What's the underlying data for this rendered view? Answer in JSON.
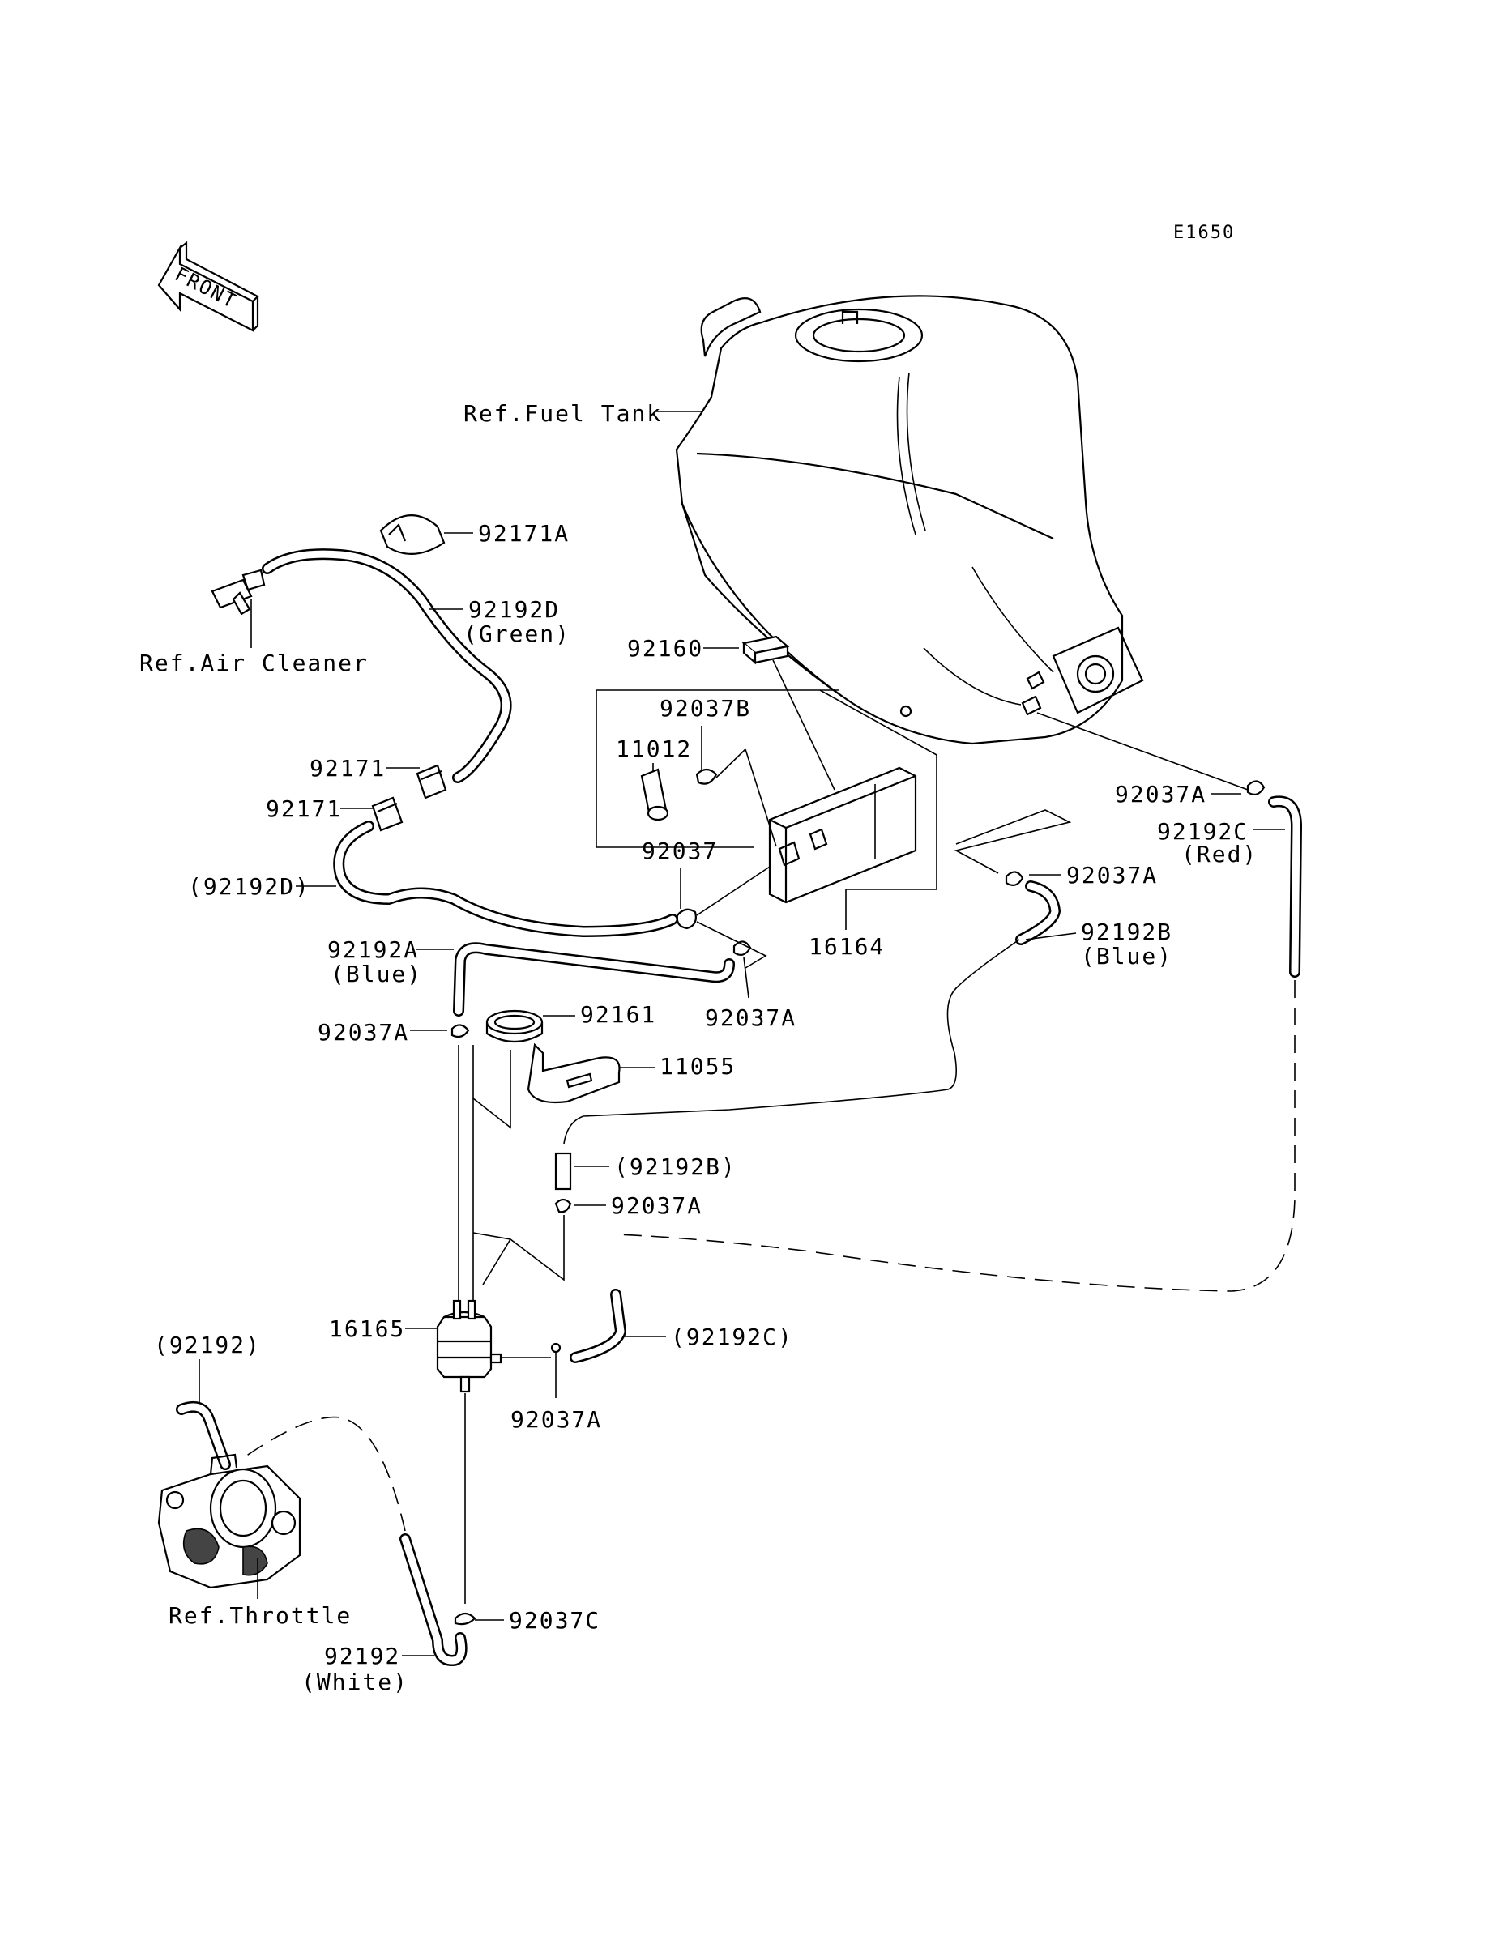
{
  "diagram_code": "E1650",
  "front_marker": "FRONT",
  "labels": {
    "ref_fuel_tank": "Ref.Fuel Tank",
    "ref_air_cleaner": "Ref.Air Cleaner",
    "ref_throttle": "Ref.Throttle",
    "p92171A": "92171A",
    "p92192D": "92192D",
    "p92192D_color": "(Green)",
    "p92160": "92160",
    "p92037B": "92037B",
    "p11012": "11012",
    "p92171_a": "92171",
    "p92171_b": "92171",
    "p92037_main": "92037",
    "p92192D_ref": "(92192D)",
    "p16164": "16164",
    "p92037A_tank": "92037A",
    "p92192C": "92192C",
    "p92192C_color": "(Red)",
    "p92037A_right": "92037A",
    "p92192B": "92192B",
    "p92192B_color": "(Blue)",
    "p92192A": "92192A",
    "p92192A_color": "(Blue)",
    "p92037A_mid": "92037A",
    "p92037A_left": "92037A",
    "p92161": "92161",
    "p11055": "11055",
    "p92192B_ref": "(92192B)",
    "p92037A_lower": "92037A",
    "p16165": "16165",
    "p92192C_ref": "(92192C)",
    "p92192_ref": "(92192)",
    "p92037A_bottom": "92037A",
    "p92037C": "92037C",
    "p92192": "92192",
    "p92192_color": "(White)"
  }
}
